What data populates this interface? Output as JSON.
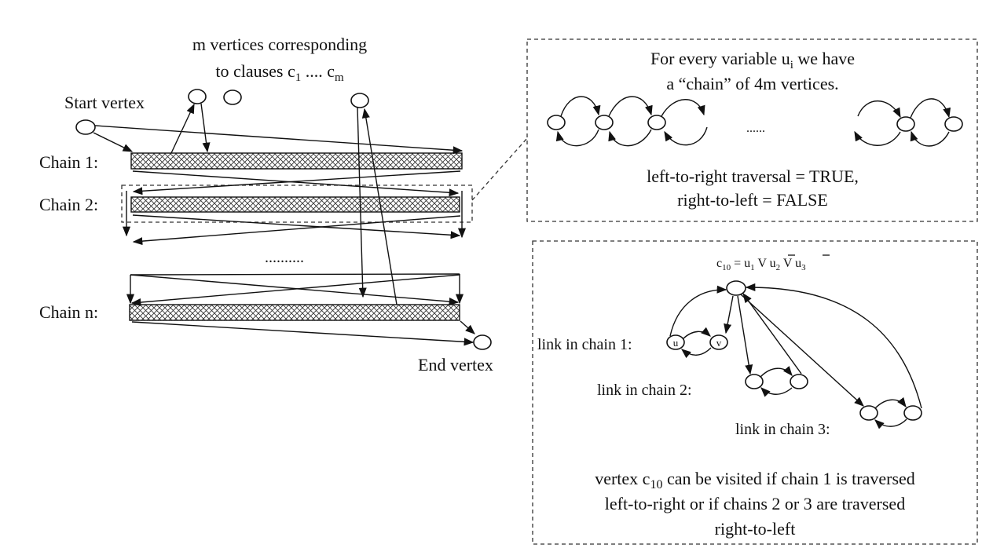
{
  "left": {
    "m_vertices_line1": "m vertices corresponding",
    "m_vertices_line2": "to clauses c",
    "sub_1": "1",
    "dots_mid": " .... c",
    "sub_m": "m",
    "start_vertex": "Start vertex",
    "chain1": "Chain 1:",
    "chain2": "Chain 2:",
    "chainn": "Chain n:",
    "dots": "..........",
    "end_vertex": "End vertex"
  },
  "chain_box": {
    "line1_prefix": "For every variable u",
    "line1_sub": "i",
    "line1_suffix": " we have",
    "line2": "a “chain” of 4m vertices.",
    "dots": "......",
    "traversal1": "left-to-right traversal = TRUE,",
    "traversal2": "right-to-left = FALSE"
  },
  "clause_box": {
    "c": "c",
    "c_sub": "10",
    "eq": " = u",
    "u1_sub": "1",
    "or1": "  V ",
    "u2": "u",
    "u2_sub": "2",
    "or2": " V ",
    "u3": "u",
    "u3_sub": "3",
    "node_u": "u",
    "node_v": "v",
    "link1": "link in chain 1:",
    "link2": "link in chain 2:",
    "link3": "link in chain 3:",
    "desc1_prefix": "vertex c",
    "desc1_sub": "10",
    "desc1_suffix": " can be visited if chain 1 is traversed",
    "desc2": "left-to-right or if chains 2 or 3 are traversed",
    "desc3": "right-to-left"
  }
}
